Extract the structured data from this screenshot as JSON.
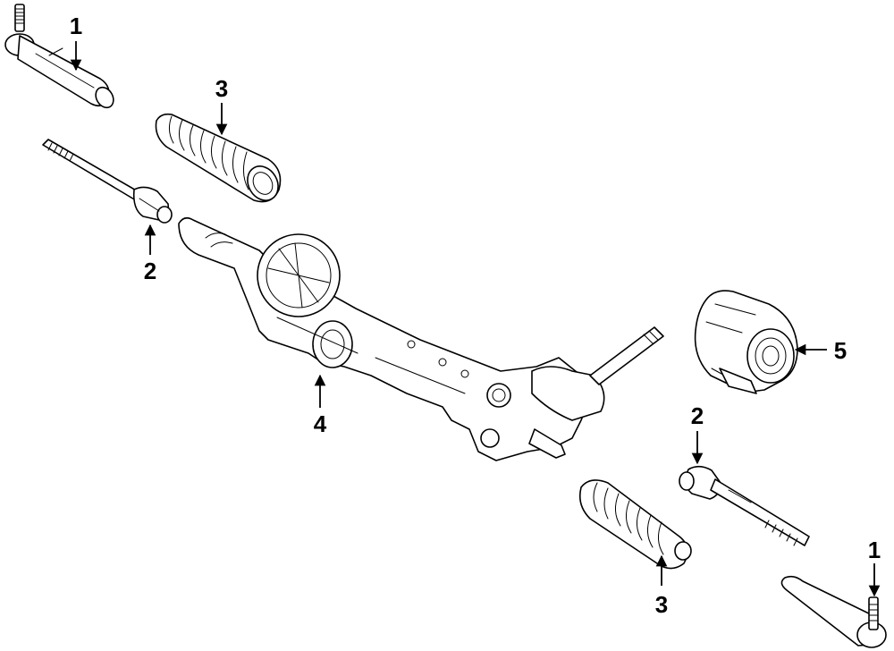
{
  "callouts": {
    "tie_rod_end_left": "1",
    "tie_rod_end_right": "1",
    "inner_tie_rod_left": "2",
    "inner_tie_rod_right": "2",
    "boot_left": "3",
    "boot_right": "3",
    "steering_gear": "4",
    "motor_unit": "5"
  },
  "colors": {
    "line": "#000000",
    "background": "#ffffff"
  }
}
